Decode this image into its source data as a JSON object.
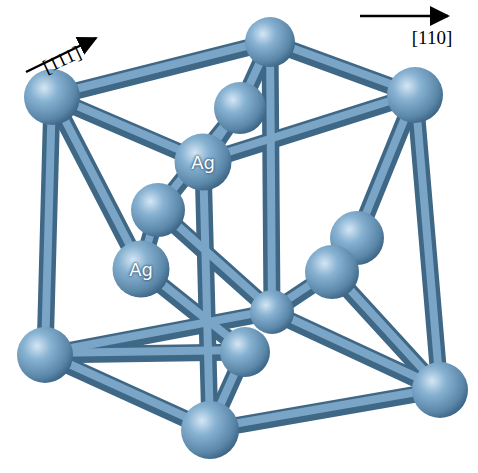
{
  "diagram": {
    "nodes": [
      {
        "text": [
          "Ag"
        ]
      },
      {
        "text": [
          "Ag"
        ]
      }
    ],
    "labels": [
      "[111]",
      "[110]"
    ]
  }
}
